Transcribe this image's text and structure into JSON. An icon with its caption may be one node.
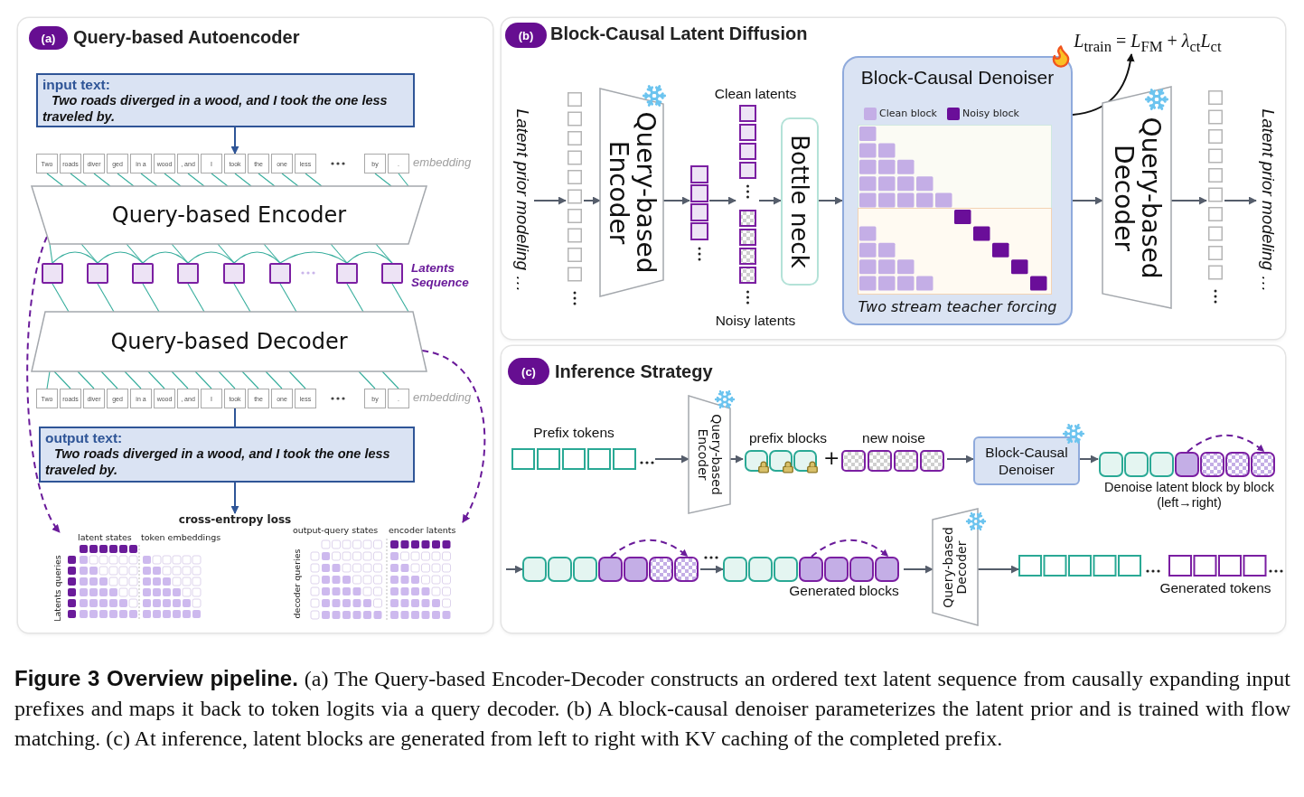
{
  "diagram": {
    "caption": "**Figure 3 Overview pipeline.** (a) The Query-based Encoder-Decoder constructs an ordered text latent sequence from causally expanding input prefixes and maps it back to token logits via a query decoder. (b) A block-causal denoiser parameterizes the latent prior and is trained with flow matching. (c) At inference, latent blocks are generated from left to right with KV caching of the completed prefix.",
    "nodes": [
      {
        "text": [
          "(a)",
          "Query-based Autoencoder"
        ]
      },
      {
        "text": [
          "input text:",
          "Two roads diverged in a wood, and I took the one less traveled by."
        ],
        "in": 0
      },
      {
        "text": [
          "Two"
        ],
        "in": 0
      },
      {
        "text": [
          "roads"
        ],
        "in": 0
      },
      {
        "text": [
          "diver"
        ],
        "in": 0
      },
      {
        "text": [
          "ged"
        ],
        "in": 0
      },
      {
        "text": [
          "in a"
        ],
        "in": 0
      },
      {
        "text": [
          "wood"
        ],
        "in": 0
      },
      {
        "text": [
          ", and"
        ],
        "in": 0
      },
      {
        "text": [
          "I"
        ],
        "in": 0
      },
      {
        "text": [
          "took"
        ],
        "in": 0
      },
      {
        "text": [
          "the"
        ],
        "in": 0
      },
      {
        "text": [
          "one"
        ],
        "in": 0
      },
      {
        "text": [
          "less"
        ],
        "in": 0
      },
      {
        "text": [
          "by"
        ],
        "in": 0
      },
      {
        "text": [
          "."
        ],
        "in": 0
      },
      {
        "text": [
          "Query-based Encoder"
        ],
        "in": 0
      },
      {
        "text": [],
        "shape": "box",
        "in": 0
      },
      {
        "text": [],
        "shape": "box",
        "in": 0
      },
      {
        "text": [],
        "shape": "box",
        "in": 0
      },
      {
        "text": [],
        "shape": "box",
        "in": 0
      },
      {
        "text": [],
        "shape": "box",
        "in": 0
      },
      {
        "text": [],
        "shape": "box",
        "in": 0
      },
      {
        "text": [],
        "shape": "box",
        "in": 0
      },
      {
        "text": [],
        "shape": "box",
        "in": 0
      },
      {
        "text": [
          "Query-based Decoder"
        ],
        "in": 0
      },
      {
        "text": [
          "Two"
        ],
        "in": 0
      },
      {
        "text": [
          "roads"
        ],
        "in": 0
      },
      {
        "text": [
          "diver"
        ],
        "in": 0
      },
      {
        "text": [
          "ged"
        ],
        "in": 0
      },
      {
        "text": [
          "in a"
        ],
        "in": 0
      },
      {
        "text": [
          "wood"
        ],
        "in": 0
      },
      {
        "text": [
          ", and"
        ],
        "in": 0
      },
      {
        "text": [
          "I"
        ],
        "in": 0
      },
      {
        "text": [
          "took"
        ],
        "in": 0
      },
      {
        "text": [
          "the"
        ],
        "in": 0
      },
      {
        "text": [
          "one"
        ],
        "in": 0
      },
      {
        "text": [
          "less"
        ],
        "in": 0
      },
      {
        "text": [
          "by"
        ],
        "in": 0
      },
      {
        "text": [
          "."
        ],
        "in": 0
      },
      {
        "text": [
          "output text:",
          "Two roads diverged in a wood, and I took the one less traveled by."
        ],
        "in": 0
      },
      {
        "text": [
          "cross-entropy loss"
        ],
        "in": 0
      },
      {
        "text": [
          "latent states",
          "token embeddings",
          "Latents queries"
        ],
        "in": 0
      },
      {
        "text": [
          "output-query states",
          "encoder latents",
          "decoder queries"
        ],
        "in": 0
      },
      {
        "text": [
          "(b)",
          "Block-Causal Latent Diffusion"
        ]
      },
      {
        "text": [
          "Latent prior modeling …"
        ],
        "in": 44
      },
      {
        "text": [],
        "shape": "box",
        "in": 44
      },
      {
        "text": [
          "Query-based Encoder"
        ],
        "in": 44
      },
      {
        "text": [],
        "shape": "box",
        "in": 44
      },
      {
        "text": [],
        "shape": "box",
        "beside": [
          "Clean latents",
          "Noisy latents"
        ],
        "in": 44
      },
      {
        "text": [
          "Bottle neck"
        ],
        "in": 44
      },
      {
        "text": [
          "Block-Causal Denoiser",
          "Two stream teacher forcing"
        ],
        "in": 44
      },
      {
        "text": [
          "*L*$_{train}$ = *L*$_{FM}$ + *λ*$_{ct}$*L*$_{ct}$"
        ],
        "in": 44
      },
      {
        "text": [
          "Query-based Decoder"
        ],
        "in": 44
      },
      {
        "text": [],
        "shape": "box",
        "in": 44
      },
      {
        "text": [
          "Latent prior modeling …"
        ],
        "in": 44
      },
      {
        "text": [
          "(c)",
          "Inference Strategy"
        ]
      },
      {
        "text": [
          "Prefix tokens"
        ],
        "in": 56
      },
      {
        "text": [
          "Query-based Encoder"
        ],
        "in": 56
      },
      {
        "text": [
          "prefix blocks"
        ],
        "in": 56
      },
      {
        "text": [
          "new noise"
        ],
        "in": 56
      },
      {
        "text": [
          "Block-Causal Denoiser"
        ],
        "in": 56
      },
      {
        "text": [
          "Denoise latent block by block (left→right)"
        ],
        "in": 56
      },
      {
        "text": [],
        "shape": "box",
        "in": 56
      },
      {
        "text": [
          "Generated blocks"
        ],
        "in": 56
      },
      {
        "text": [
          "Query-based Decoder"
        ],
        "in": 56
      },
      {
        "text": [
          "Generated tokens"
        ],
        "in": 56
      }
    ],
    "edges": [
      {
        "from": 1,
        "to": 10,
        "arrow": "to",
        "color": "#2f5597"
      },
      {
        "from": 2,
        "to": 16,
        "arrow": "none"
      },
      {
        "from": 3,
        "to": 16,
        "arrow": "none"
      },
      {
        "from": 4,
        "to": 16,
        "arrow": "none"
      },
      {
        "from": 5,
        "to": 16,
        "arrow": "none"
      },
      {
        "from": 6,
        "to": 16,
        "arrow": "none"
      },
      {
        "from": 7,
        "to": 16,
        "arrow": "none"
      },
      {
        "from": 8,
        "to": 16,
        "arrow": "none"
      },
      {
        "from": 9,
        "to": 16,
        "arrow": "none"
      },
      {
        "from": 10,
        "to": 16,
        "arrow": "none"
      },
      {
        "from": 11,
        "to": 16,
        "arrow": "none"
      },
      {
        "from": 12,
        "to": 16,
        "arrow": "none"
      },
      {
        "from": 13,
        "to": 16,
        "arrow": "none"
      },
      {
        "from": 14,
        "to": 16,
        "arrow": "none"
      },
      {
        "from": 15,
        "to": 16,
        "arrow": "none"
      },
      {
        "from": 16,
        "to": 17,
        "arrow": "none"
      },
      {
        "from": 16,
        "to": 18,
        "arrow": "none"
      },
      {
        "from": 16,
        "to": 19,
        "arrow": "none"
      },
      {
        "from": 16,
        "to": 20,
        "arrow": "none"
      },
      {
        "from": 16,
        "to": 21,
        "arrow": "none"
      },
      {
        "from": 16,
        "to": 22,
        "arrow": "none"
      },
      {
        "from": 16,
        "to": 23,
        "arrow": "none"
      },
      {
        "from": 16,
        "to": 24,
        "arrow": "none"
      },
      {
        "from": 17,
        "to": 18,
        "arrow": "none"
      },
      {
        "from": 18,
        "to": 19,
        "arrow": "none"
      },
      {
        "from": 19,
        "to": 20,
        "arrow": "none"
      },
      {
        "from": 20,
        "to": 21,
        "arrow": "none"
      },
      {
        "from": 21,
        "to": 22,
        "arrow": "none"
      },
      {
        "from": 22,
        "to": 23,
        "arrow": "none"
      },
      {
        "from": 23,
        "to": 24,
        "arrow": "none"
      },
      {
        "from": 17,
        "to": 25,
        "arrow": "none"
      },
      {
        "from": 18,
        "to": 25,
        "arrow": "none"
      },
      {
        "from": 19,
        "to": 25,
        "arrow": "none"
      },
      {
        "from": 20,
        "to": 25,
        "arrow": "none"
      },
      {
        "from": 21,
        "to": 25,
        "arrow": "none"
      },
      {
        "from": 22,
        "to": 25,
        "arrow": "none"
      },
      {
        "from": 23,
        "to": 25,
        "arrow": "none"
      },
      {
        "from": 24,
        "to": 25,
        "arrow": "none"
      },
      {
        "from": 25,
        "to": 26,
        "arrow": "none"
      },
      {
        "from": 25,
        "to": 27,
        "arrow": "none"
      },
      {
        "from": 25,
        "to": 28,
        "arrow": "none"
      },
      {
        "from": 25,
        "to": 29,
        "arrow": "none"
      },
      {
        "from": 25,
        "to": 30,
        "arrow": "none"
      },
      {
        "from": 25,
        "to": 31,
        "arrow": "none"
      },
      {
        "from": 25,
        "to": 32,
        "arrow": "none"
      },
      {
        "from": 25,
        "to": 33,
        "arrow": "none"
      },
      {
        "from": 25,
        "to": 34,
        "arrow": "none"
      },
      {
        "from": 25,
        "to": 35,
        "arrow": "none"
      },
      {
        "from": 25,
        "to": 36,
        "arrow": "none"
      },
      {
        "from": 25,
        "to": 37,
        "arrow": "none"
      },
      {
        "from": 25,
        "to": 38,
        "arrow": "none"
      },
      {
        "from": 25,
        "to": 39,
        "arrow": "none"
      },
      {
        "from": 34,
        "to": 40,
        "arrow": "none",
        "color": "#2f5597"
      },
      {
        "from": 40,
        "to": 41,
        "arrow": "to",
        "color": "#2f5597"
      },
      {
        "from": 16,
        "to": 42,
        "arrow": "to",
        "style": "dashed",
        "color": "#6a1b9a"
      },
      {
        "from": 25,
        "to": 43,
        "arrow": "to",
        "style": "dashed",
        "color": "#6a1b9a"
      },
      {
        "from": 45,
        "to": 46,
        "arrow": "to",
        "color": "#555d6b"
      },
      {
        "from": 46,
        "to": 47,
        "arrow": "to",
        "color": "#555d6b"
      },
      {
        "from": 47,
        "to": 48,
        "arrow": "to",
        "color": "#555d6b"
      },
      {
        "from": 48,
        "to": 49,
        "arrow": "to",
        "color": "#555d6b"
      },
      {
        "from": 49,
        "to": 50,
        "arrow": "to",
        "color": "#555d6b"
      },
      {
        "from": 50,
        "to": 51,
        "arrow": "to",
        "color": "#555d6b"
      },
      {
        "from": 51,
        "to": 52,
        "arrow": "to",
        "color": "#111111"
      },
      {
        "from": 51,
        "to": 53,
        "arrow": "to",
        "color": "#555d6b"
      },
      {
        "from": 53,
        "to": 54,
        "arrow": "to",
        "color": "#555d6b"
      },
      {
        "from": 54,
        "to": 55,
        "arrow": "to",
        "color": "#555d6b"
      },
      {
        "from": 57,
        "to": 58,
        "arrow": "to",
        "color": "#555d6b"
      },
      {
        "from": 58,
        "to": 59,
        "arrow": "to",
        "color": "#555d6b"
      },
      {
        "from": 60,
        "to": 61,
        "arrow": "to",
        "color": "#555d6b"
      },
      {
        "from": 61,
        "to": 62,
        "arrow": "to",
        "color": "#555d6b"
      },
      {
        "from": null,
        "to": 63,
        "arrow": "to",
        "color": "#555d6b"
      },
      {
        "from": 63,
        "to": 64,
        "arrow": "to",
        "color": "#555d6b"
      },
      {
        "from": 64,
        "to": 65,
        "arrow": "to",
        "color": "#555d6b"
      },
      {
        "from": 65,
        "to": 66,
        "arrow": "to",
        "color": "#555d6b"
      }
    ],
    "labels": [
      "embedding",
      "Latents Sequence",
      "embedding",
      "+"
    ],
    "legend": [
      {
        "text": "Clean block",
        "color": "#c4aee6"
      },
      {
        "text": "Noisy block",
        "color": "#6a0e99"
      }
    ]
  }
}
